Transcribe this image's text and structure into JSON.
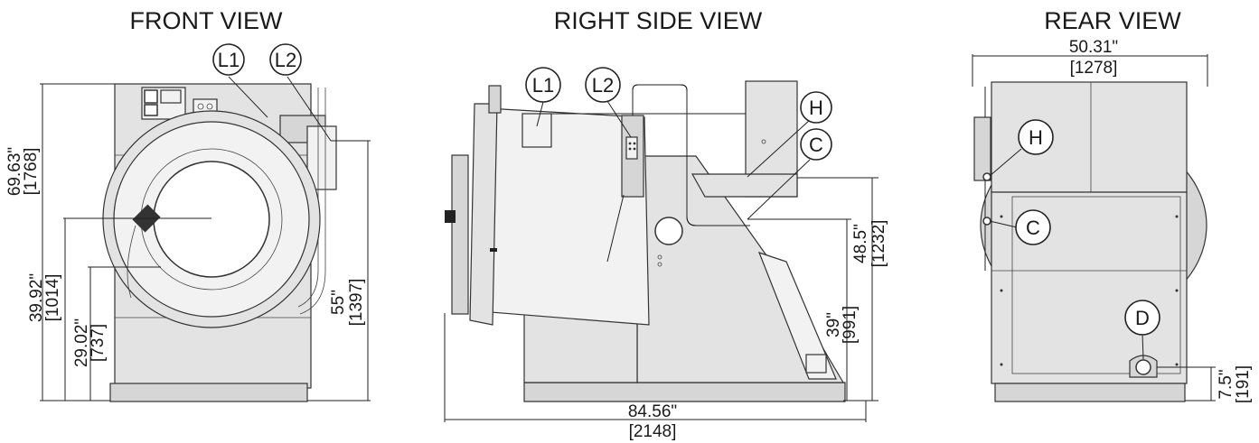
{
  "views": {
    "front": {
      "title": "FRONT VIEW",
      "callouts": [
        "L1",
        "L2"
      ],
      "dims": {
        "overall_height_in": "69.63\"",
        "overall_height_mm": "[1768]",
        "door_center_in": "39.92\"",
        "door_center_mm": "[1014]",
        "door_bottom_in": "29.02\"",
        "door_bottom_mm": "[737]",
        "side_height_in": "55\"",
        "side_height_mm": "[1397]"
      }
    },
    "side": {
      "title": "RIGHT SIDE VIEW",
      "callouts": [
        "L1",
        "L2",
        "H",
        "C"
      ],
      "dims": {
        "upper_in": "48.5\"",
        "upper_mm": "[1232]",
        "lower_in": "39\"",
        "lower_mm": "[991]",
        "depth_in": "84.56\"",
        "depth_mm": "[2148]"
      }
    },
    "rear": {
      "title": "REAR VIEW",
      "callouts": [
        "H",
        "C",
        "D"
      ],
      "dims": {
        "width_in": "50.31\"",
        "width_mm": "[1278]",
        "drain_in": "7.5\"",
        "drain_mm": "[191]"
      }
    }
  }
}
